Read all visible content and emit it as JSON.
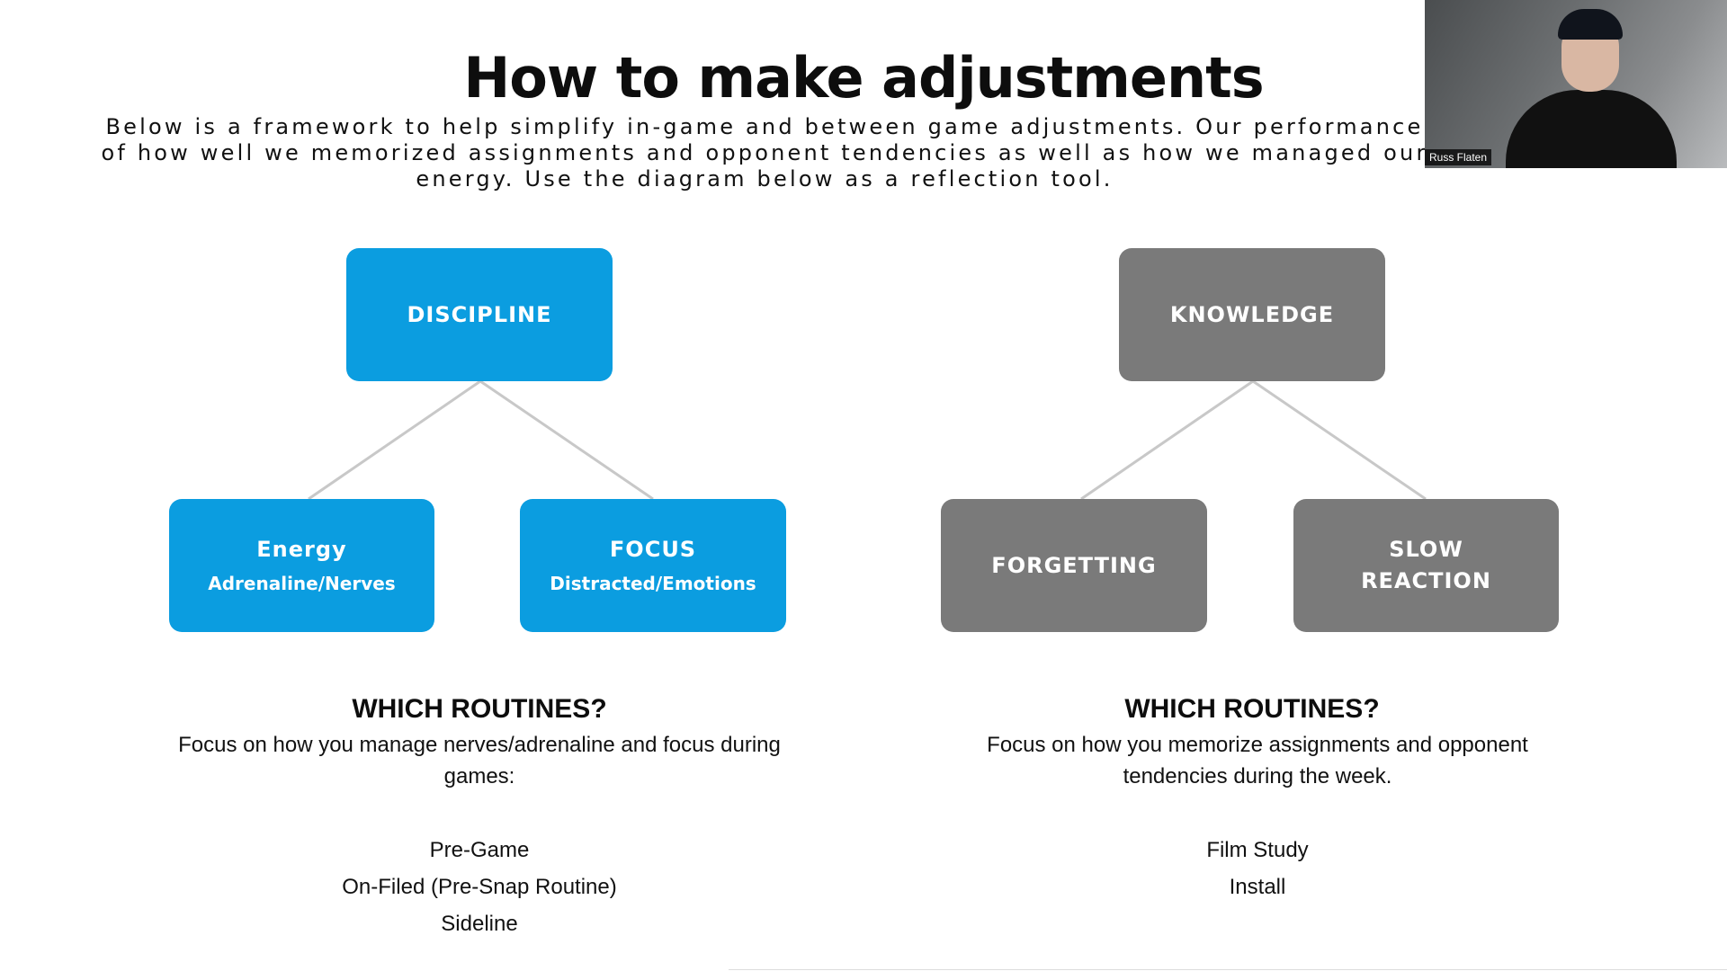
{
  "slide": {
    "title": "How to make adjustments",
    "subtitle_lines": [
      "Below is a framework to help simplify in-game and between game adjustments.  Our performance",
      "of how well we memorized assignments and opponent tendencies as well as how we managed our",
      "energy.  Use the diagram below as a reflection tool."
    ]
  },
  "left": {
    "top_box": "DISCIPLINE",
    "child1": {
      "main": "Energy",
      "sub": "Adrenaline/Nerves"
    },
    "child2": {
      "main": "FOCUS",
      "sub": "Distracted/Emotions"
    },
    "routines_heading": "WHICH ROUTINES?",
    "routines_text_lines": [
      "Focus on how you manage nerves/adrenaline and focus during",
      "games:"
    ],
    "routines_list": [
      "Pre-Game",
      "On-Filed (Pre-Snap Routine)",
      "Sideline"
    ]
  },
  "right": {
    "top_box": "KNOWLEDGE",
    "child1": "FORGETTING",
    "child2_lines": [
      "SLOW",
      "REACTION"
    ],
    "routines_heading": "WHICH ROUTINES?",
    "routines_text_lines": [
      "Focus on how you memorize assignments and opponent",
      "tendencies during the week."
    ],
    "routines_list": [
      "Film Study",
      "Install"
    ]
  },
  "video": {
    "participant_name": "Russ Flaten"
  },
  "colors": {
    "blue": "#0b9de0",
    "gray": "#7a7a7a",
    "connector": "#c8c8c8"
  }
}
